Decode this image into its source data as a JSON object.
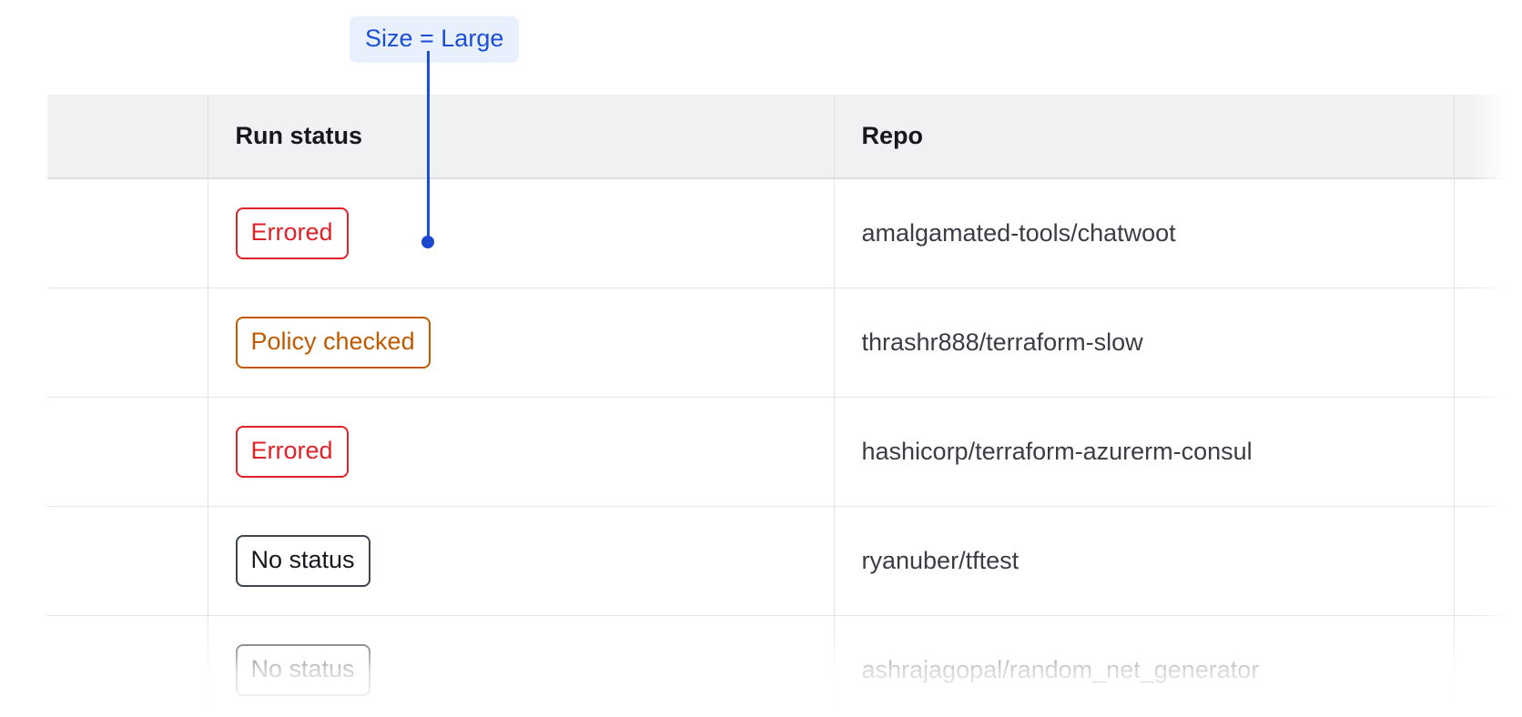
{
  "annotation": {
    "badge_label": "Size = Large",
    "badge_bg": "#e9f0fd",
    "badge_color": "#1d4ed8",
    "connector_color": "#1a49cf"
  },
  "table": {
    "columns": [
      {
        "key": "select",
        "label": ""
      },
      {
        "key": "status",
        "label": "Run status"
      },
      {
        "key": "repo",
        "label": "Repo"
      },
      {
        "key": "tail",
        "label": ""
      }
    ],
    "rows": [
      {
        "status": "Errored",
        "status_variant": "errored",
        "repo": "amalgamated-tools/chatwoot"
      },
      {
        "status": "Policy checked",
        "status_variant": "policy-checked",
        "repo": "thrashr888/terraform-slow"
      },
      {
        "status": "Errored",
        "status_variant": "errored",
        "repo": "hashicorp/terraform-azurerm-consul"
      },
      {
        "status": "No status",
        "status_variant": "no-status",
        "repo": "ryanuber/tftest"
      },
      {
        "status": "No status",
        "status_variant": "no-status",
        "repo": "ashrajagopal/random_net_generator"
      }
    ]
  },
  "colors": {
    "header_bg": "#f0f1f3",
    "border": "#e2e4e9",
    "header_border": "#dcdee3",
    "errored": "#e02228",
    "policy_checked": "#bf5a00",
    "no_status": "#3d4450",
    "repo_text": "#3b3d45"
  }
}
